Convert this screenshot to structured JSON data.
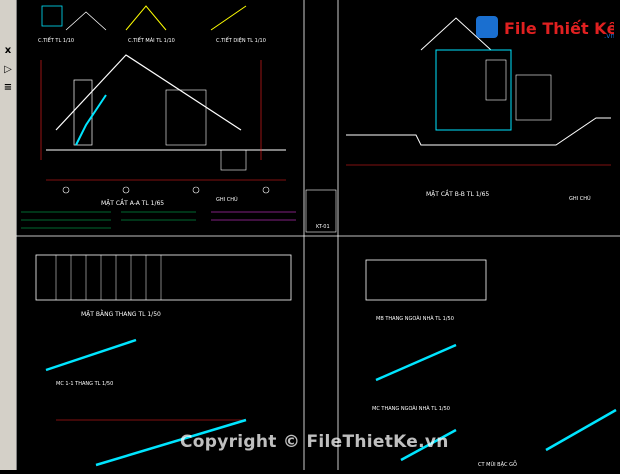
{
  "toolbar": {
    "buttons": [
      {
        "glyph": "x"
      },
      {
        "glyph": "▷"
      },
      {
        "glyph": "≡"
      }
    ]
  },
  "drawing": {
    "labels": {
      "chitiet_tl": "C.TIẾT  TL 1/10",
      "chitiet_mai": "C.TIẾT MÁI  TL 1/10",
      "chitiet_dien": "C.TIẾT DIỆN  TL 1/10",
      "matcat_aa": "MẶT CẮT A-A  TL 1/65",
      "matcat_bb": "MẶT CẮT B-B  TL 1/65",
      "ghichu": "GHI CHÚ",
      "matbang_thang": "MẶT BẰNG THANG TL 1/50",
      "mc_thang": "MC 1-1 THANG TL 1/50",
      "mb_thang_ngoai": "MB THANG NGOÀI NHÀ TL 1/50",
      "mc_thang_ngoai": "MC THANG NGOÀI NHÀ TL 1/50",
      "ct_mui_bac": "CT MŨI BẬC GỖ",
      "sheet_no": "KT-01"
    }
  },
  "watermark": {
    "logo_text": "File Thiết Kế",
    "logo_suffix": ".vn",
    "copyright": "Copyright © FileThietKe.vn"
  },
  "colors": {
    "background": "#000000",
    "cyan": "#00e5ff",
    "white": "#ffffff",
    "red": "#ff2020",
    "yellow": "#ffff00",
    "green": "#00d060",
    "magenta": "#ff40ff",
    "logo_red": "#e02020",
    "logo_blue": "#1a6fd0"
  }
}
